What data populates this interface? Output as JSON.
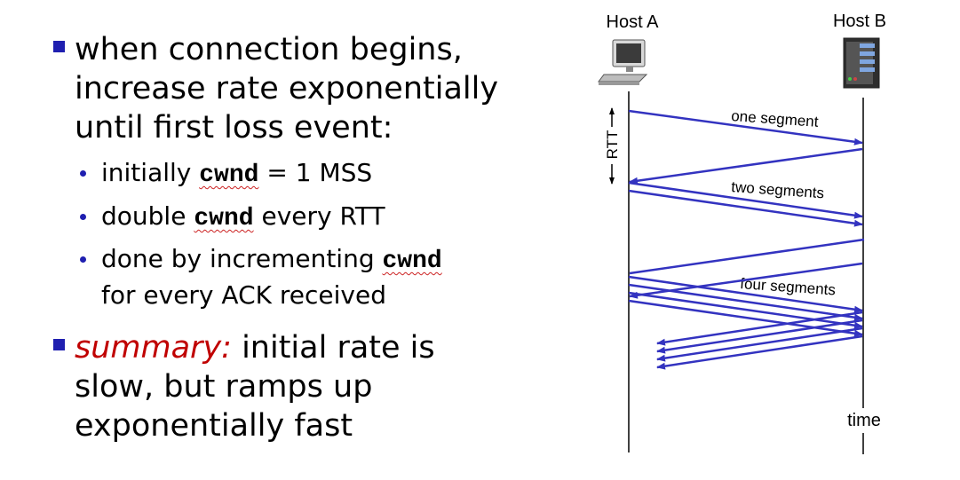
{
  "bullets": {
    "b1": {
      "line1": "when connection begins,",
      "line2": "increase rate exponentially",
      "line3": "until first loss event:"
    },
    "sub1": {
      "pre": "initially ",
      "code": "cwnd",
      "post": " = 1 MSS"
    },
    "sub2": {
      "pre": "double ",
      "code": "cwnd",
      "post": " every RTT"
    },
    "sub3": {
      "pre": "done by incrementing ",
      "code": "cwnd",
      "line2": "for every ACK received"
    },
    "b2": {
      "em": "summary:",
      "rest": " initial rate is",
      "line2": "slow, but ramps up",
      "line3": "exponentially fast"
    }
  },
  "diagram": {
    "host_a": "Host A",
    "host_b": "Host B",
    "rtt": "RTT",
    "one_segment": "one segment",
    "two_segments": "two segments",
    "four_segments": "four segments",
    "time": "time",
    "host_a_icon": "desktop-computer-icon",
    "host_b_icon": "server-tower-icon",
    "arrow_color": "#3333c0"
  },
  "colors": {
    "bullet": "#1f1fb0",
    "emphasis": "#c00000",
    "spellcheck_underline": "#cc2222"
  }
}
